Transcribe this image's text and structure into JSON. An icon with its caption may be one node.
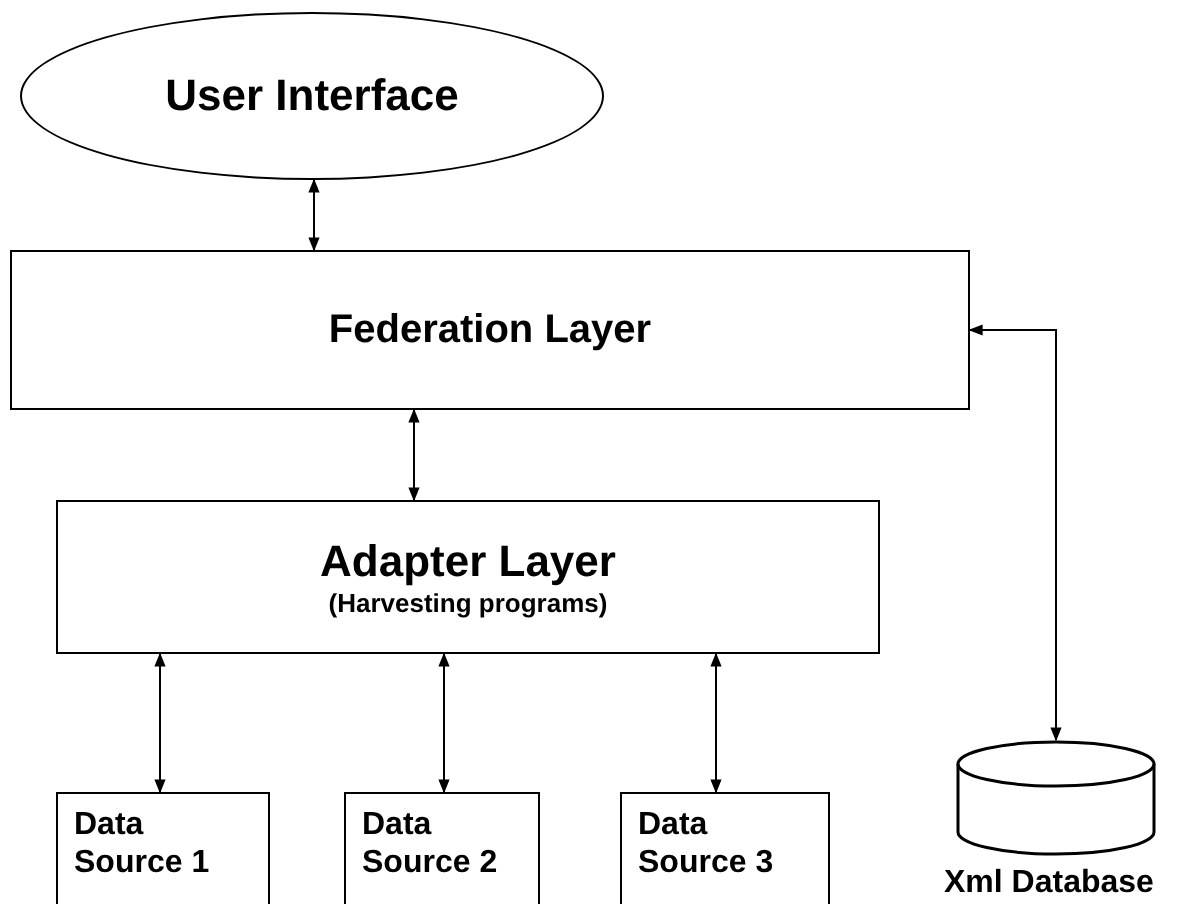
{
  "diagram": {
    "nodes": [
      {
        "text": [
          "User Interface"
        ]
      },
      {
        "text": [
          "Federation Layer"
        ]
      },
      {
        "text": [
          "Adapter Layer",
          "(Harvesting programs)"
        ]
      },
      {
        "text": [
          "Data Source 1"
        ]
      },
      {
        "text": [
          "Data Source 2"
        ]
      },
      {
        "text": [
          "Data Source 3"
        ]
      },
      {
        "text": [],
        "shape": "cylinder",
        "beside": [
          "Xml Database"
        ]
      }
    ],
    "edges": [
      {
        "from": 0,
        "to": 1,
        "arrow": "both"
      },
      {
        "from": 1,
        "to": 2,
        "arrow": "both"
      },
      {
        "from": 2,
        "to": 3,
        "arrow": "both"
      },
      {
        "from": 2,
        "to": 4,
        "arrow": "both"
      },
      {
        "from": 2,
        "to": 5,
        "arrow": "both"
      },
      {
        "from": 1,
        "to": 6,
        "arrow": "both"
      }
    ]
  }
}
